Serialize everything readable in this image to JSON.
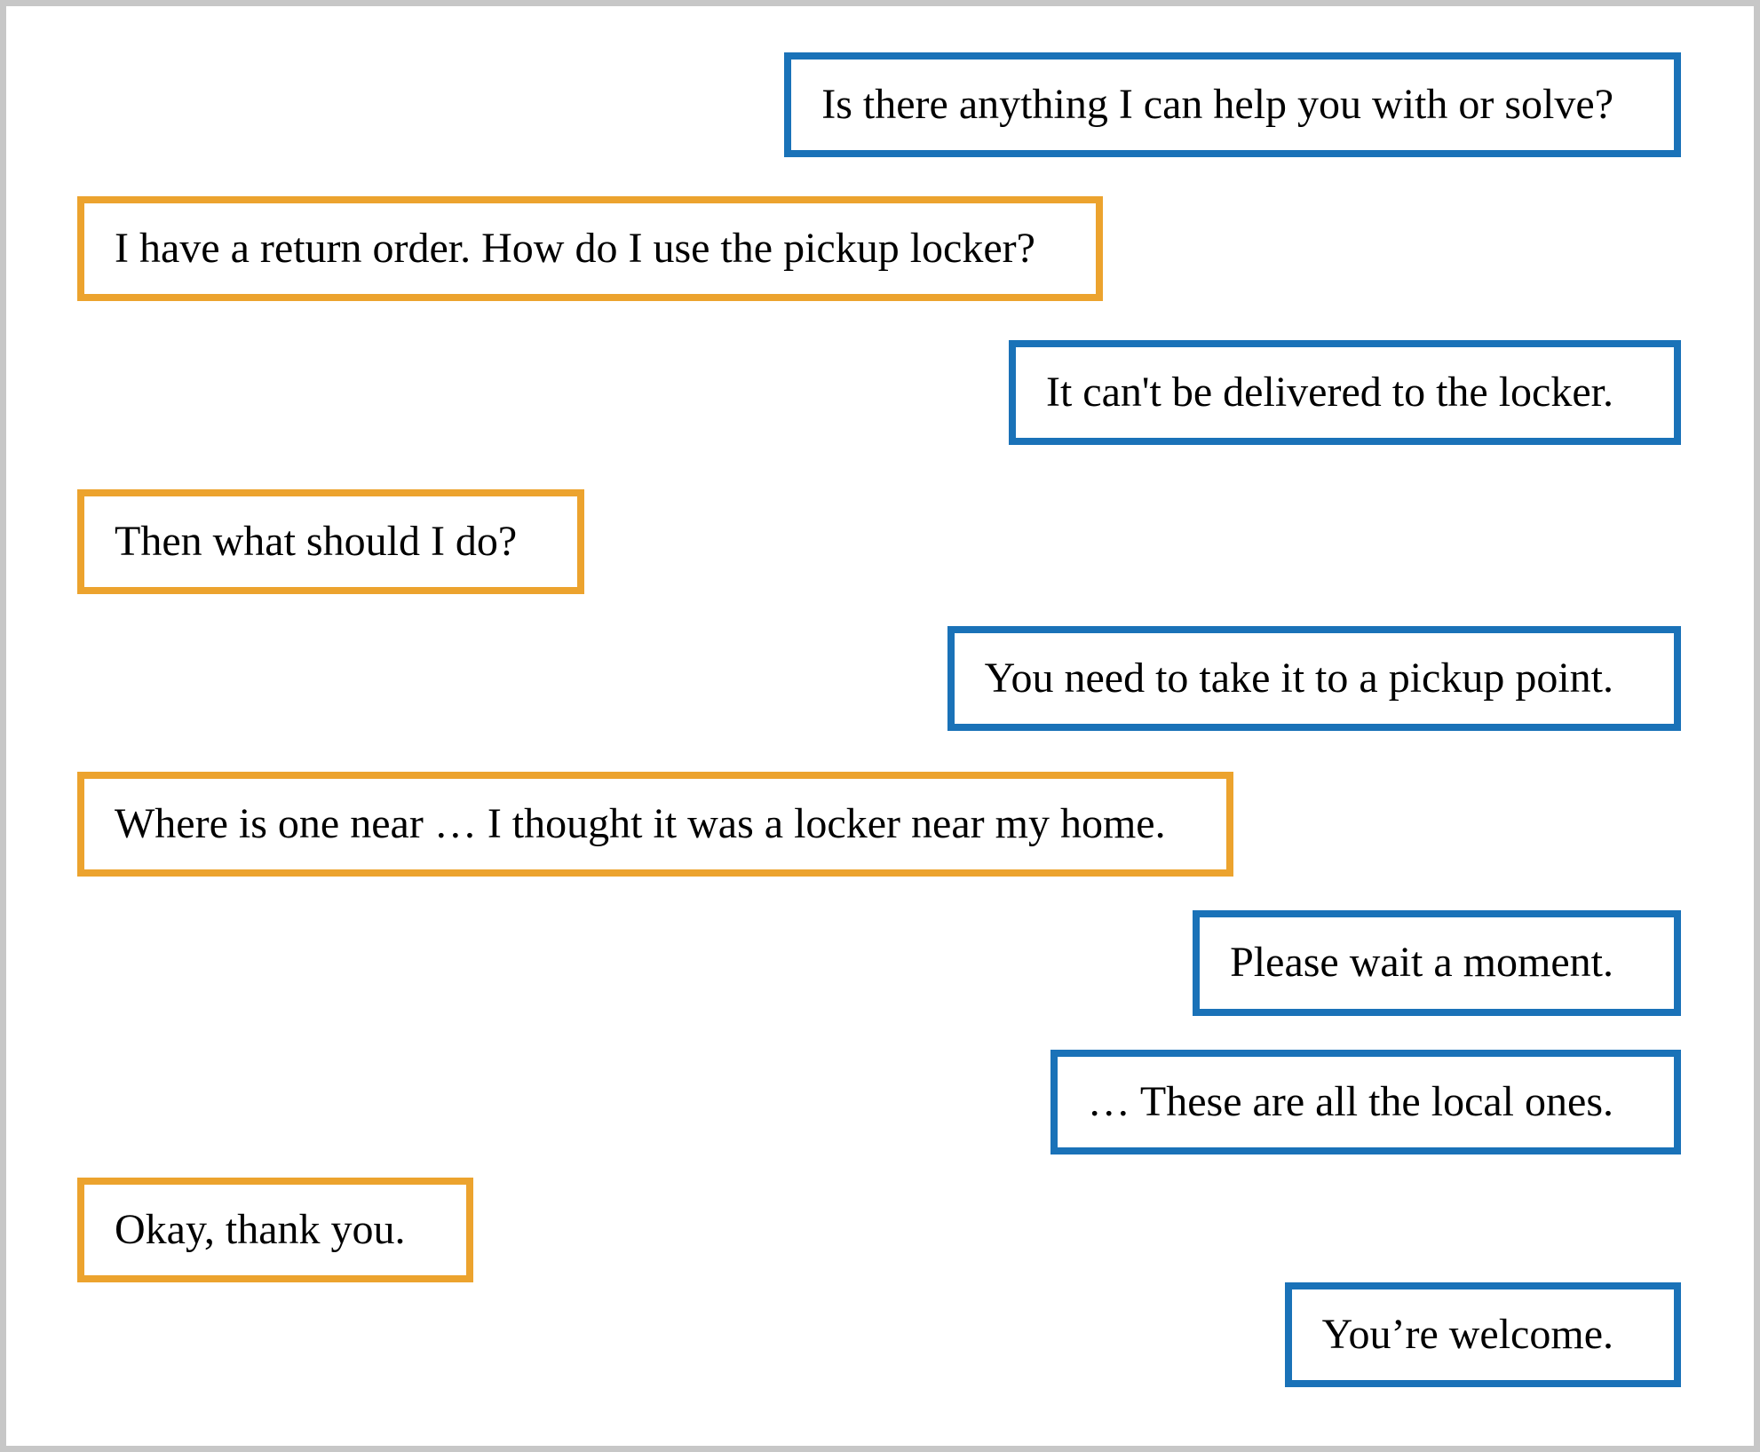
{
  "figure": {
    "type": "chat-dialogue",
    "colors": {
      "agent_border": "#1a72b8",
      "customer_border": "#eca32e",
      "frame_border": "#c7c7c7",
      "background": "#ffffff",
      "text": "#000000"
    },
    "speakers": {
      "agent": {
        "side": "right",
        "border_color": "#1a72b8"
      },
      "customer": {
        "side": "left",
        "border_color": "#eca32e"
      }
    },
    "messages": [
      {
        "speaker": "agent",
        "side": "right",
        "text": "Is there anything I can help you with or solve?"
      },
      {
        "speaker": "customer",
        "side": "left",
        "text": "I have a return order. How do I use the pickup locker?"
      },
      {
        "speaker": "agent",
        "side": "right",
        "text": "It can't be delivered to the locker."
      },
      {
        "speaker": "customer",
        "side": "left",
        "text": "Then what should I do?"
      },
      {
        "speaker": "agent",
        "side": "right",
        "text": "You need to take it to a pickup point."
      },
      {
        "speaker": "customer",
        "side": "left",
        "text": "Where is one near … I thought it was a locker near my home."
      },
      {
        "speaker": "agent",
        "side": "right",
        "text": "Please wait a moment."
      },
      {
        "speaker": "agent",
        "side": "right",
        "text": "… These are all the local ones."
      },
      {
        "speaker": "customer",
        "side": "left",
        "text": "Okay, thank you."
      },
      {
        "speaker": "agent",
        "side": "right",
        "text": "You’re welcome."
      }
    ]
  }
}
